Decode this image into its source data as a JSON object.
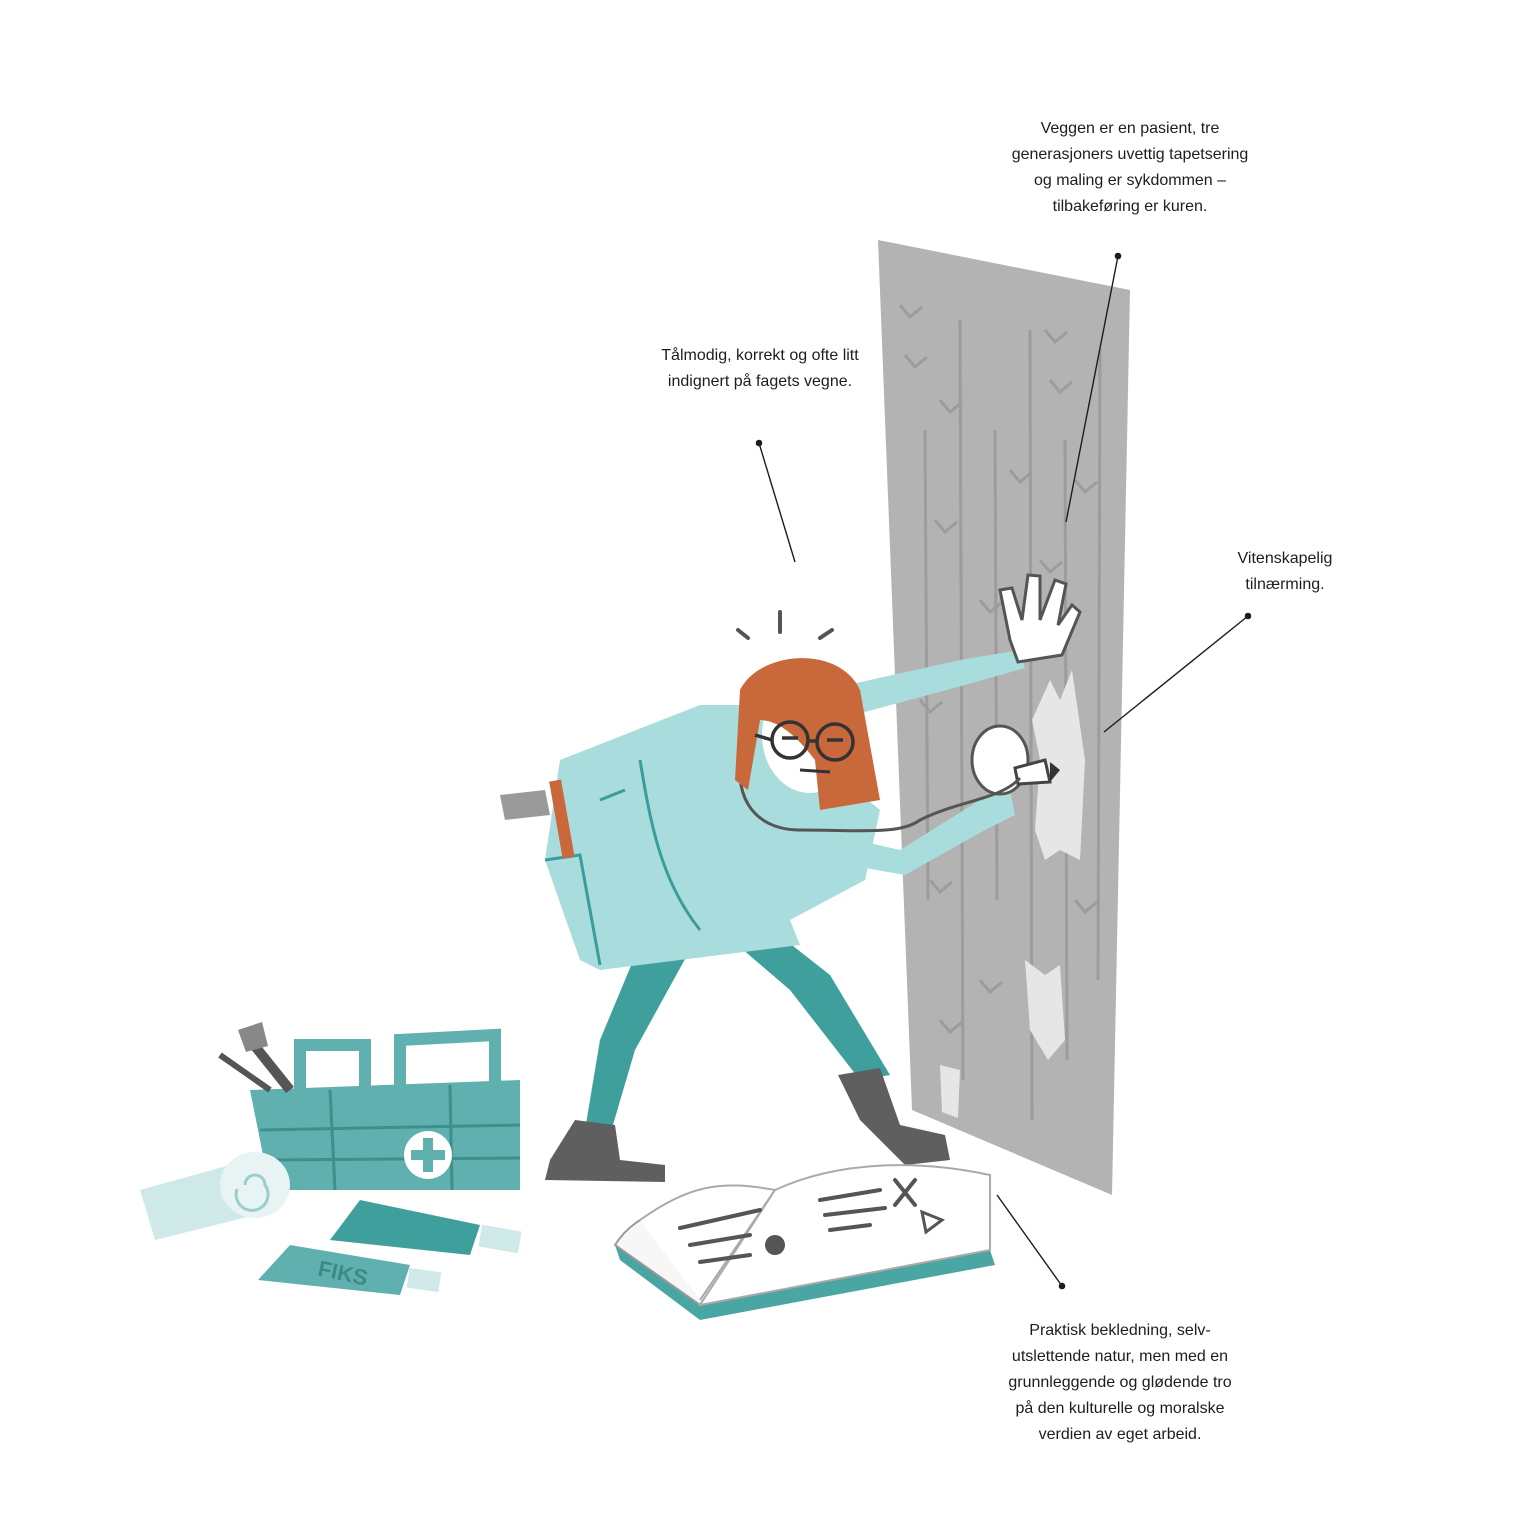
{
  "captions": {
    "wall": "Veggen er en pasient, tre\ngenerasjoners uvettig tapetsering\nog maling er sykdommen –\ntilbakeføring er kuren.",
    "personality": "Tålmodig, korrekt og ofte litt\nindignert på fagets vegne.",
    "method": "Vitenskapelig\n tilnærming.",
    "attire": "Praktisk bekledning, selv-\nutslettende natur, men med en\ngrunnleggende og glødende tro\npå den kulturelle og moralske\nverdien av eget arbeid."
  },
  "tube_label": "FIKS",
  "colors": {
    "wall": "#b3b3b3",
    "coat": "#a9dcdc",
    "coat_line": "#3a9d9d",
    "trousers": "#3e9f9c",
    "hair": "#c9683a",
    "boots": "#5f5f5f",
    "kit": "#5fb0ae",
    "ink": "#1d1d1d"
  }
}
